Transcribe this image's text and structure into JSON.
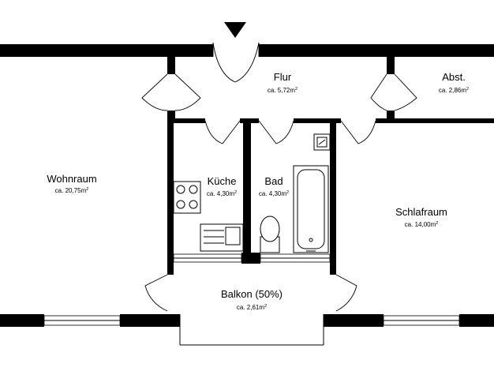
{
  "rooms": {
    "flur": {
      "name": "Flur",
      "area_prefix": "ca. 5,72m",
      "area_sup": "2"
    },
    "abst": {
      "name": "Abst.",
      "area_prefix": "ca. 2,86m",
      "area_sup": "2"
    },
    "wohnraum": {
      "name": "Wohnraum",
      "area_prefix": "ca. 20,75m",
      "area_sup": "2"
    },
    "kueche": {
      "name": "Küche",
      "area_prefix": "ca. 4,30m",
      "area_sup": "2"
    },
    "bad": {
      "name": "Bad",
      "area_prefix": "ca. 4,30m",
      "area_sup": "2"
    },
    "schlafraum": {
      "name": "Schlafraum",
      "area_prefix": "ca. 14,00m",
      "area_sup": "2"
    },
    "balkon": {
      "name": "Balkon (50%)",
      "area_prefix": "ca. 2,61m",
      "area_sup": "2"
    }
  },
  "icons": {
    "entrance": "entrance-arrow-icon"
  }
}
